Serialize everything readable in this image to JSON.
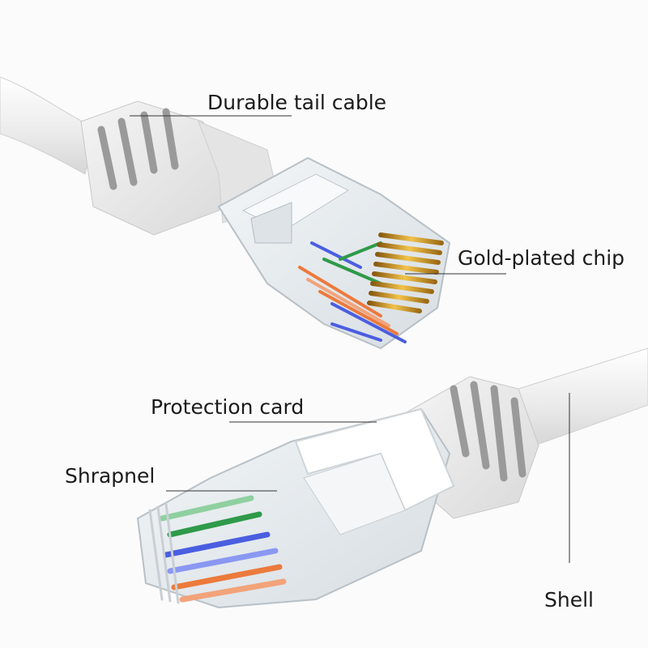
{
  "labels": {
    "durable_tail_cable": "Durable tail cable",
    "gold_plated_chip": "Gold-plated chip",
    "protection_card": "Protection card",
    "shrapnel": "Shrapnel",
    "shell": "Shell"
  },
  "colors": {
    "background": "#fbfbfb",
    "cable": "#eeeeee",
    "boot_stripe": "#9a9a9a",
    "gold_contact": "#d9a52b",
    "wire_orange": "#ec7a3c",
    "wire_blue": "#4a5ee0",
    "wire_green": "#2f9a4a",
    "text": "#1b1b1b"
  }
}
